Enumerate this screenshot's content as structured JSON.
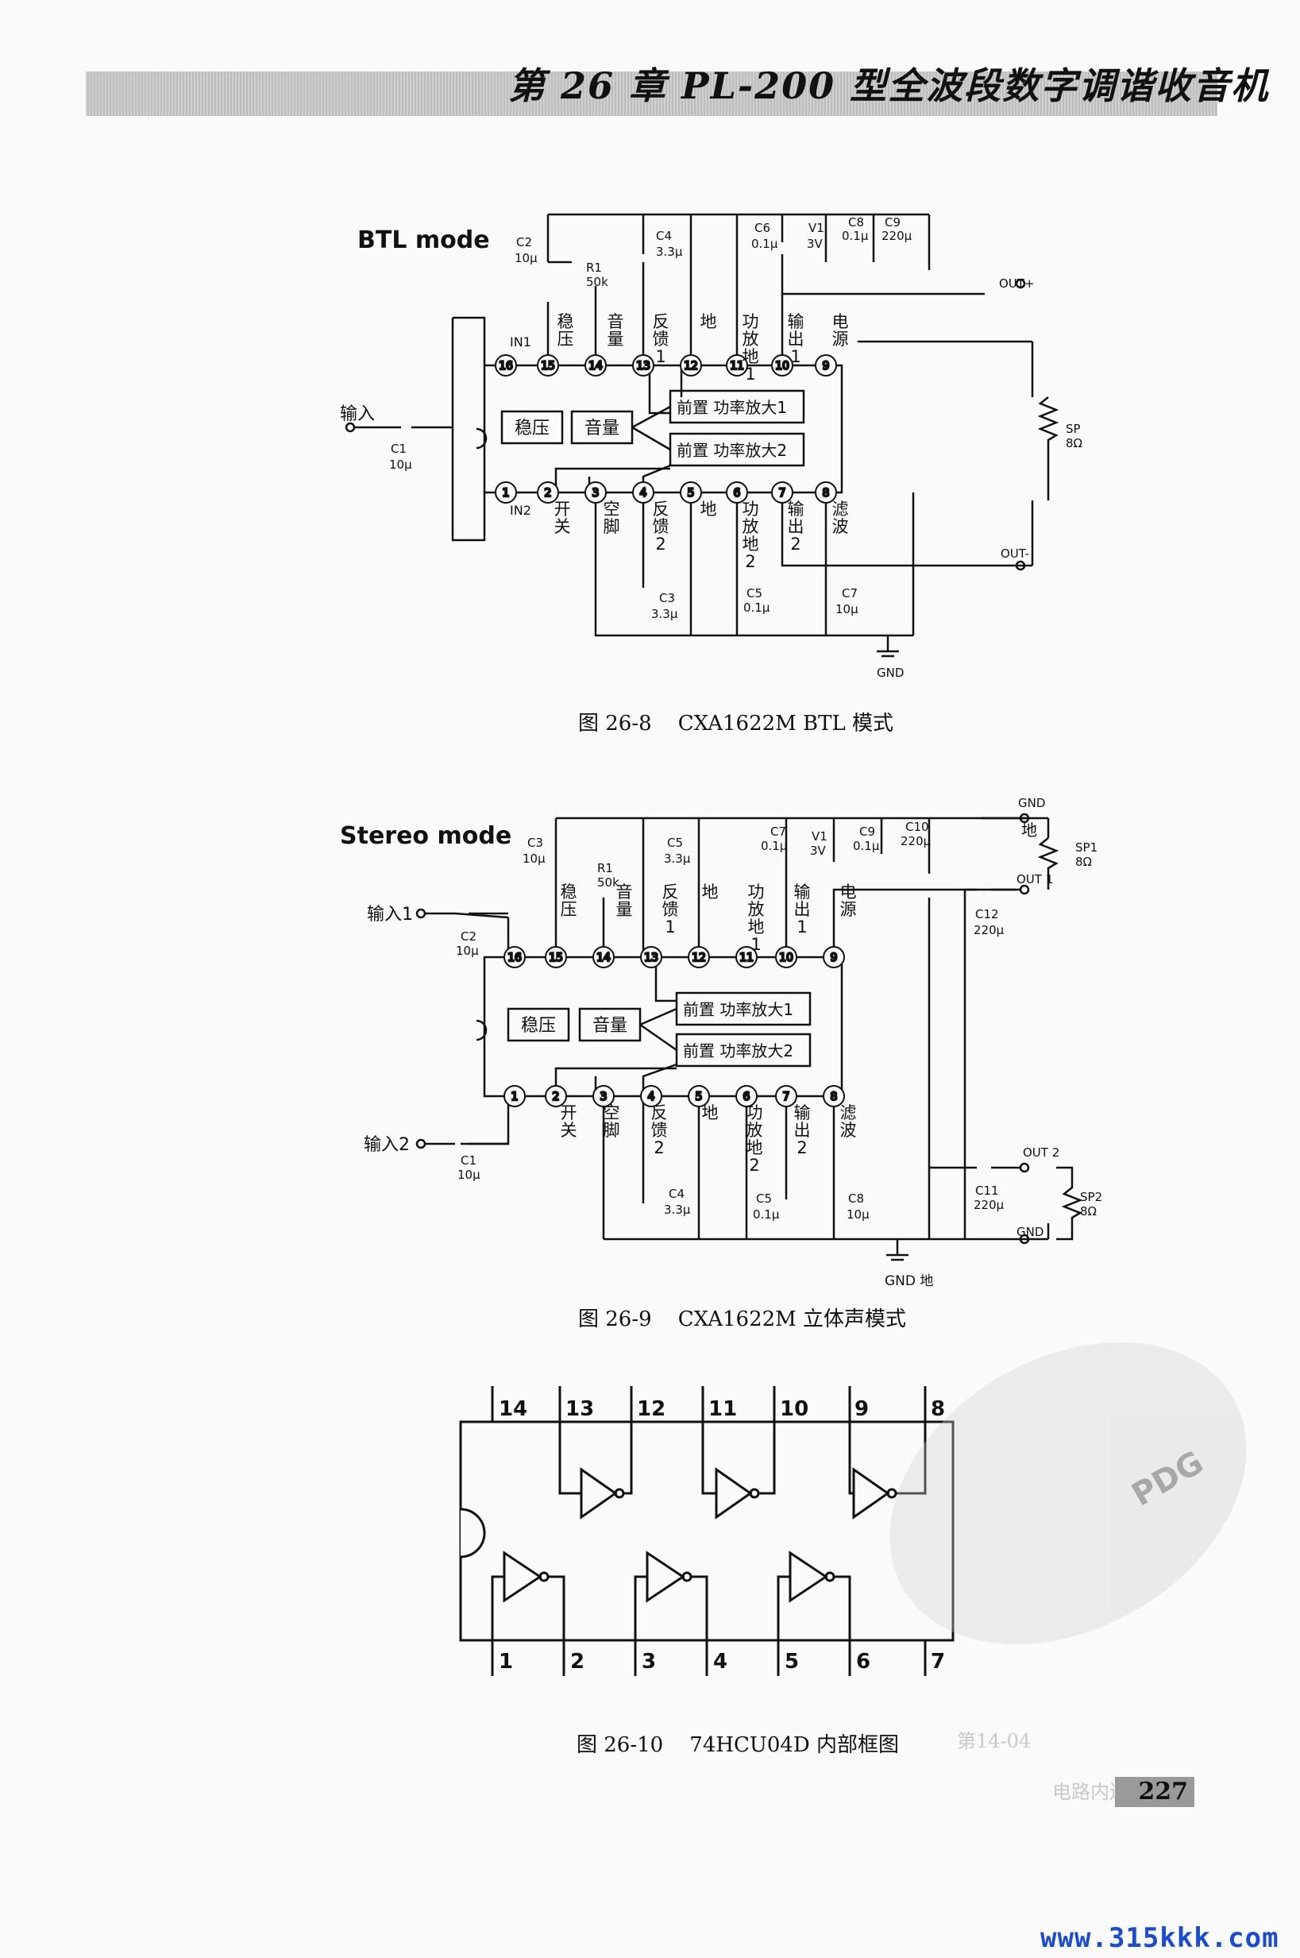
{
  "page": {
    "chapter_title": "第 26 章  PL-200 型全波段数字调谐收音机",
    "page_number": "227",
    "watermark_url": "www.315kkk.com",
    "watermark_stamp": "PDG",
    "bleed_text": [
      "第14-04",
      "电路内连接"
    ]
  },
  "figures": {
    "fig8": {
      "mode_label": "BTL mode",
      "caption": "图 26-8    CXA1622M BTL 模式",
      "input_label": "输入",
      "blocks": {
        "regulator": "稳压",
        "volume": "音量",
        "amp1": "前置  功率放大1",
        "amp2": "前置  功率放大2"
      },
      "ic_labels": {
        "in1": "IN1",
        "in2": "IN2"
      },
      "top_pins": [
        "16",
        "15",
        "14",
        "13",
        "12",
        "11",
        "10",
        "9"
      ],
      "bottom_pins": [
        "1",
        "2",
        "3",
        "4",
        "5",
        "6",
        "7",
        "8"
      ],
      "top_pin_names": [
        "稳压",
        "音量",
        "反馈1",
        "地",
        "功放地1",
        "输出1",
        "电源"
      ],
      "bottom_pin_names": [
        "开关",
        "空脚",
        "反馈2",
        "地",
        "功放地2",
        "输出2",
        "滤波"
      ],
      "components": {
        "c2": "C2",
        "c2_val": "10μ",
        "r1": "R1",
        "r1_val": "50k",
        "c4": "C4",
        "c4_val": "3.3μ",
        "c6": "C6",
        "c6_val": "0.1μ",
        "v1": "V1",
        "v1_val": "3V",
        "c8": "C8",
        "c8_val": "0.1μ",
        "c9": "C9",
        "c9_val": "220μ",
        "c1": "C1",
        "c1_val": "10μ",
        "c3": "C3",
        "c3_val": "3.3μ",
        "c5": "C5",
        "c5_val": "0.1μ",
        "c7": "C7",
        "c7_val": "10μ",
        "sp": "SP",
        "sp_val": "8Ω",
        "out_plus": "OUT+",
        "out_minus": "OUT-",
        "gnd": "GND"
      }
    },
    "fig9": {
      "mode_label": "Stereo mode",
      "caption": "图 26-9    CXA1622M 立体声模式",
      "input1_label": "输入1",
      "input2_label": "输入2",
      "blocks": {
        "regulator": "稳压",
        "volume": "音量",
        "amp1": "前置  功率放大1",
        "amp2": "前置  功率放大2"
      },
      "top_pins": [
        "16",
        "15",
        "14",
        "13",
        "12",
        "11",
        "10",
        "9"
      ],
      "bottom_pins": [
        "1",
        "2",
        "3",
        "4",
        "5",
        "6",
        "7",
        "8"
      ],
      "top_pin_names": [
        "稳压",
        "音量",
        "反馈1",
        "地",
        "功放地1",
        "输出1",
        "电源"
      ],
      "bottom_pin_names": [
        "开关",
        "空脚",
        "反馈2",
        "地",
        "功放地2",
        "输出2",
        "滤波"
      ],
      "components": {
        "c3": "C3",
        "c3_val": "10μ",
        "r1": "R1",
        "r1_val": "50k",
        "c5": "C5",
        "c5_val": "3.3μ",
        "c7": "C7",
        "c7_val": "0.1μ",
        "v1": "V1",
        "v1_val": "3V",
        "c9": "C9",
        "c9_val": "0.1μ",
        "c10": "C10",
        "c10_val": "220μ",
        "c2": "C2",
        "c2_val": "10μ",
        "c1": "C1",
        "c1_val": "10μ",
        "c4": "C4",
        "c4_val": "3.3μ",
        "c5b": "C5",
        "c5b_val": "0.1μ",
        "c8": "C8",
        "c8_val": "10μ",
        "c12": "C12",
        "c12_val": "220μ",
        "c11": "C11",
        "c11_val": "220μ",
        "sp1": "SP1",
        "sp1_val": "8Ω",
        "sp2": "SP2",
        "sp2_val": "8Ω",
        "gnd_top": "GND",
        "di_top": "地",
        "out1": "OUT 1",
        "out2": "OUT 2",
        "gnd_bottom_r": "GND",
        "gnd_bottom": "GND 地"
      }
    },
    "fig10": {
      "caption": "图 26-10    74HCU04D 内部框图",
      "top_pins": [
        "14",
        "13",
        "12",
        "11",
        "10",
        "9",
        "8"
      ],
      "bottom_pins": [
        "1",
        "2",
        "3",
        "4",
        "5",
        "6",
        "7"
      ]
    }
  }
}
